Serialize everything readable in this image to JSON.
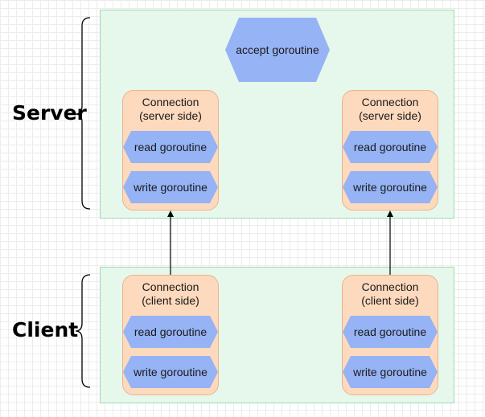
{
  "groups": {
    "server": {
      "label": "Server"
    },
    "client": {
      "label": "Client"
    }
  },
  "accept": {
    "label": "accept goroutine"
  },
  "server_connections": [
    {
      "title_line1": "Connection",
      "title_line2": "(server side)",
      "read": "read goroutine",
      "write": "write goroutine"
    },
    {
      "title_line1": "Connection",
      "title_line2": "(server side)",
      "read": "read goroutine",
      "write": "write goroutine"
    }
  ],
  "client_connections": [
    {
      "title_line1": "Connection",
      "title_line2": "(client side)",
      "read": "read goroutine",
      "write": "write goroutine"
    },
    {
      "title_line1": "Connection",
      "title_line2": "(client side)",
      "read": "read goroutine",
      "write": "write goroutine"
    }
  ]
}
